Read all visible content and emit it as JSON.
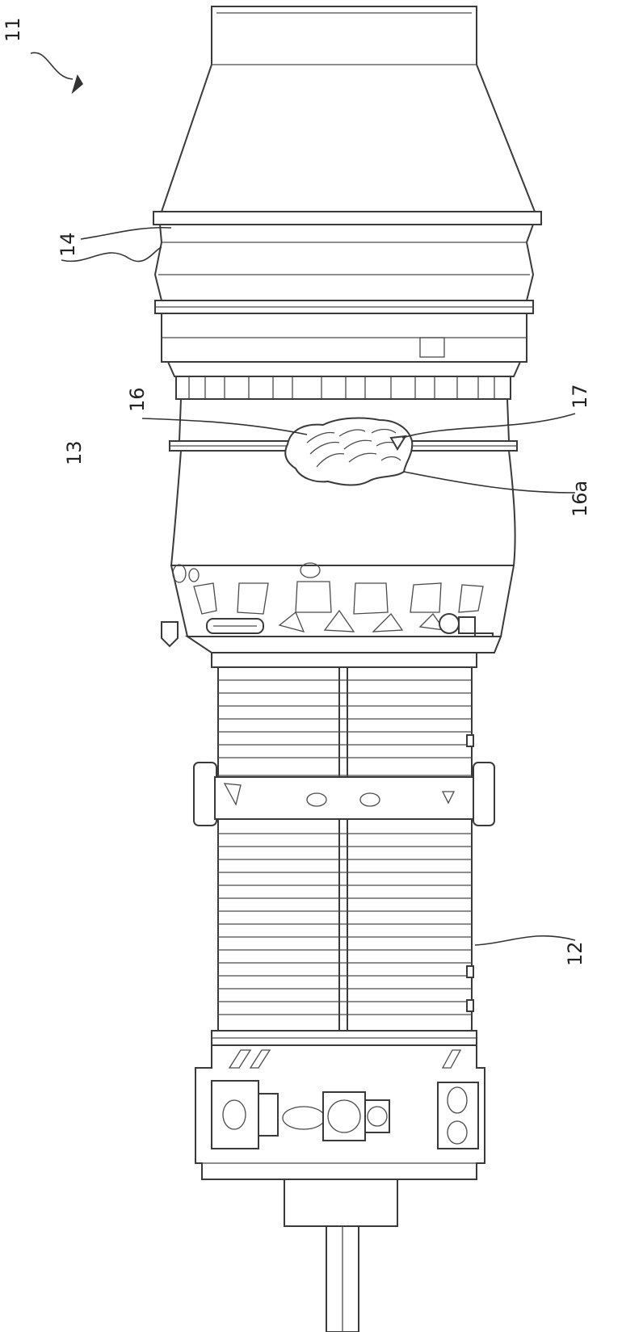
{
  "figure": {
    "reference_numerals": {
      "engine": "11",
      "compressor_section": "12",
      "combustor_section": "13",
      "turbine_section": "14",
      "blade": "16",
      "blade_portion": "16a",
      "vane": "17"
    }
  }
}
